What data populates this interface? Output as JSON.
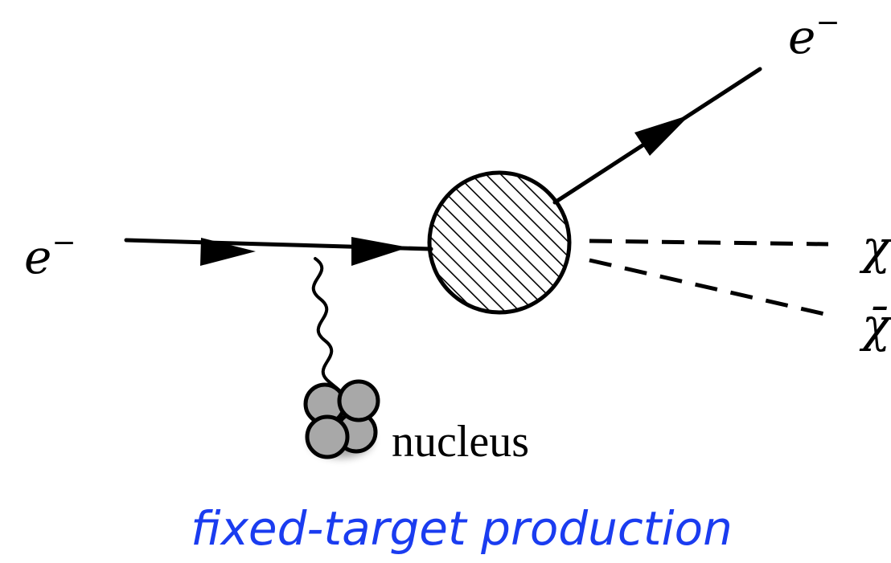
{
  "labels": {
    "incoming_electron": {
      "base": "e",
      "sup": "−"
    },
    "outgoing_electron": {
      "base": "e",
      "sup": "−"
    },
    "chi": "χ",
    "chi_bar": "χ̄",
    "nucleus": "nucleus"
  },
  "caption": "fixed-target production",
  "colors": {
    "lines": "#000000",
    "nucleus_fill": "#a8a8a8",
    "caption": "#1a3cf0"
  }
}
